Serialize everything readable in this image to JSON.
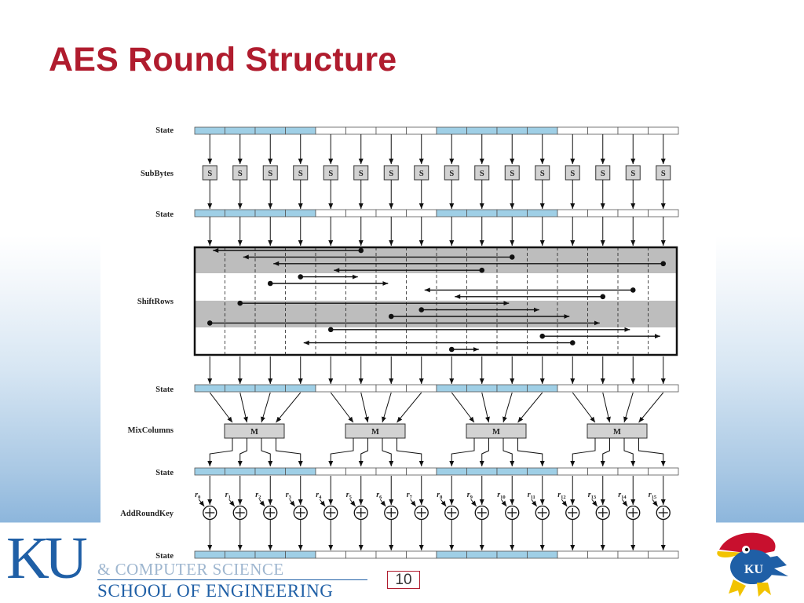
{
  "slide": {
    "title": "AES Round Structure",
    "page_number": "10"
  },
  "diagram": {
    "row_labels": {
      "state": "State",
      "subbytes": "SubBytes",
      "shiftrows": "ShiftRows",
      "mixcolumns": "MixColumns",
      "addroundkey": "AddRoundKey"
    },
    "sbox_label": "S",
    "mix_label": "M",
    "round_key_symbol": "r",
    "round_key_indices": [
      "0",
      "1",
      "2",
      "3",
      "4",
      "5",
      "6",
      "7",
      "8",
      "9",
      "10",
      "11",
      "12",
      "13",
      "14",
      "15"
    ],
    "byte_count": 16,
    "state_highlight_cells": [
      0,
      1,
      2,
      3,
      8,
      9,
      10,
      11
    ],
    "shiftrows_moves": [
      [
        5,
        0
      ],
      [
        10,
        1
      ],
      [
        15,
        2
      ],
      [
        9,
        4
      ],
      [
        3,
        5
      ],
      [
        2,
        6
      ],
      [
        14,
        7
      ],
      [
        13,
        8
      ],
      [
        1,
        10
      ],
      [
        7,
        11
      ],
      [
        6,
        12
      ],
      [
        0,
        13
      ],
      [
        4,
        14
      ],
      [
        11,
        15
      ],
      [
        12,
        3
      ],
      [
        8,
        9
      ]
    ],
    "colors": {
      "highlight": "#9fcfe6",
      "shade_band": "#bdbdbd",
      "box_fill": "#d2d2d2"
    }
  },
  "footer": {
    "logo_text": "KU",
    "dept_text": "& COMPUTER SCIENCE",
    "school_text": "SCHOOL OF ENGINEERING",
    "mascot_icon": "jayhawk-icon",
    "mascot_badge": "KU",
    "colors": {
      "title_red": "#b01c2e",
      "ku_blue": "#1f5fa6"
    }
  }
}
